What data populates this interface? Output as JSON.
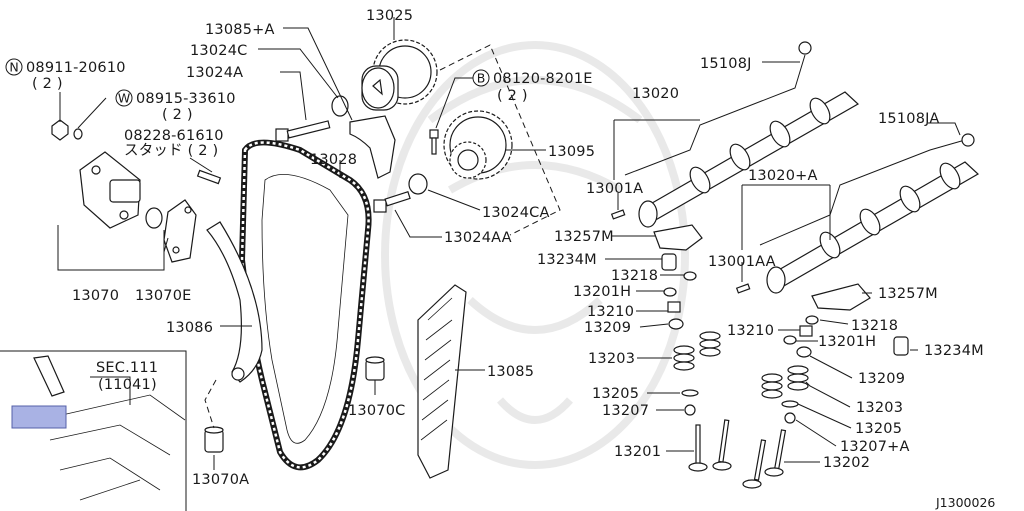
{
  "labels": {
    "p13025": "13025",
    "p13085a": "13085+A",
    "p13024c": "13024C",
    "p13024a": "13024A",
    "p08911": "08911-20610",
    "p08911_qty": "( 2 )",
    "p08915": "08915-33610",
    "p08915_qty": "( 2 )",
    "p08228": "08228-61610",
    "stud": "スタッド ( 2 )",
    "p08120": "08120-8201E",
    "p08120_qty": "( 2 )",
    "p13028": "13028",
    "p13095": "13095",
    "p13024ca": "13024CA",
    "p13024aa": "13024AA",
    "p13070": "13070",
    "p13070e": "13070E",
    "p13086": "13086",
    "p13070c": "13070C",
    "p13070a": "13070A",
    "p13085": "13085",
    "p15108j": "15108J",
    "p15108ja": "15108JA",
    "p13020": "13020",
    "p13020a": "13020+A",
    "p13001a": "13001A",
    "p13001aa": "13001AA",
    "p13257m_l": "13257M",
    "p13257m_r": "13257M",
    "p13234m_l": "13234M",
    "p13234m_r": "13234M",
    "p13218_l": "13218",
    "p13218_r": "13218",
    "p13201h_l": "13201H",
    "p13201h_r": "13201H",
    "p13210_l": "13210",
    "p13210_r": "13210",
    "p13209_l": "13209",
    "p13209_r": "13209",
    "p13203_l": "13203",
    "p13203_r": "13203",
    "p13205_l": "13205",
    "p13205_r": "13205",
    "p13207": "13207",
    "p13207a": "13207+A",
    "p13201": "13201",
    "p13202": "13202",
    "sec": "SEC.111",
    "sec_ref": "(11041)",
    "footer_id": "J1300026"
  },
  "symbols": {
    "n": "N",
    "w": "W",
    "b": "B"
  },
  "colors": {
    "line": "#1a1a1a",
    "highlight": "#a9b2e4",
    "highlight_border": "#5560a8",
    "watermark": "#d8d8d8"
  }
}
